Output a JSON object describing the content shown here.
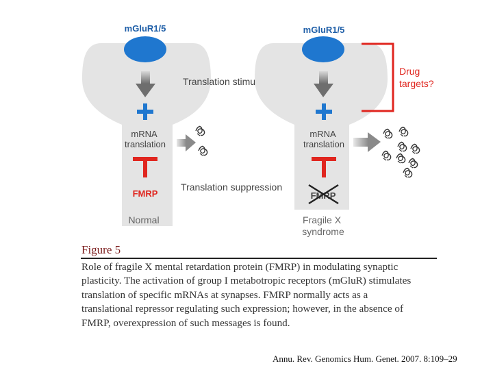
{
  "diagram": {
    "left_panel": {
      "receptor": "mGluR1/5",
      "process": "mRNA\ntranslation",
      "repressor": "FMRP",
      "condition": "Normal"
    },
    "right_panel": {
      "receptor": "mGluR1/5",
      "process": "mRNA\ntranslation",
      "repressor": "FMRP",
      "condition": "Fragile X\nsyndrome"
    },
    "labels": {
      "stimulation": "Translation stimulation",
      "suppression": "Translation suppression",
      "drug_targets": "Drug\ntargets?"
    },
    "colors": {
      "receptor": "#1f77cf",
      "plus": "#1f77cf",
      "repressor": "#e0261f",
      "drug_bracket": "#e0261f",
      "cell_body": "#e3e3e3",
      "arrow": "#8a8a8a"
    },
    "protein_icon": "protein-squiggle-icon"
  },
  "caption": {
    "title": "Figure 5",
    "body": "Role of fragile X mental retardation protein (FMRP) in modulating synaptic plasticity. The activation of group I metabotropic receptors (mGluR) stimulates translation of specific mRNAs at synapses. FMRP normally acts as a translational repressor regulating such expression; however, in the absence of FMRP, overexpression of such messages is found."
  },
  "citation": "Annu. Rev. Genomics Hum. Genet. 2007. 8:109–29"
}
